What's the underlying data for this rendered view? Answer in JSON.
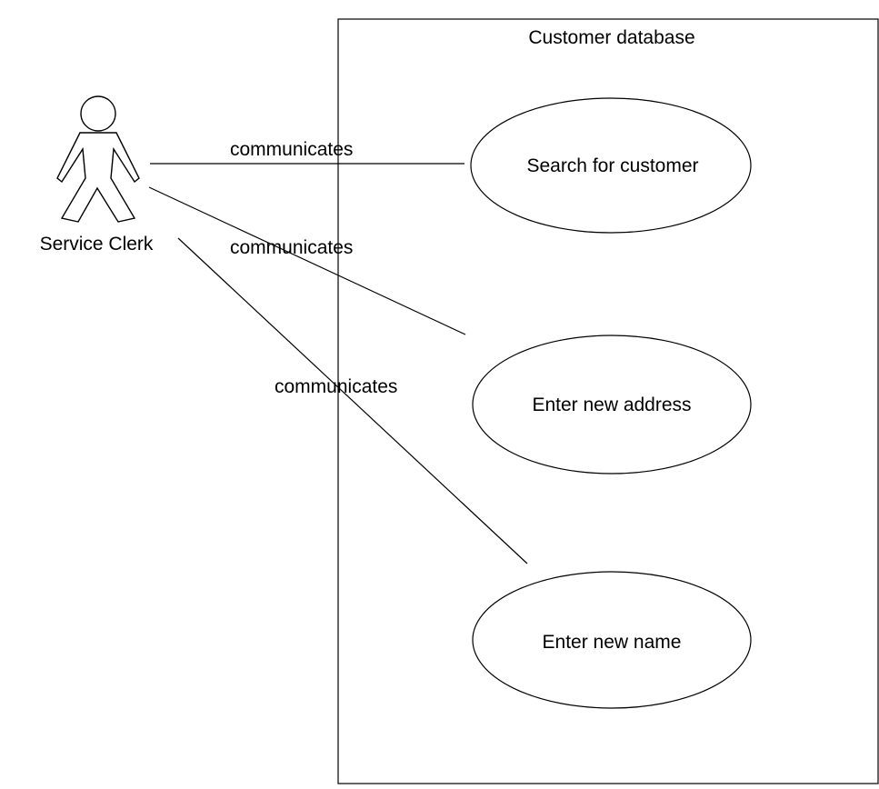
{
  "diagram": {
    "system_boundary": {
      "label": "Customer database"
    },
    "actor": {
      "label": "Service Clerk"
    },
    "use_cases": [
      {
        "label": "Search for customer"
      },
      {
        "label": "Enter new address"
      },
      {
        "label": "Enter new name"
      }
    ],
    "associations": [
      {
        "label": "communicates"
      },
      {
        "label": "communicates"
      },
      {
        "label": "communicates"
      }
    ]
  },
  "colors": {
    "background": "#ffffff",
    "stroke": "#000000",
    "text": "#000000"
  }
}
